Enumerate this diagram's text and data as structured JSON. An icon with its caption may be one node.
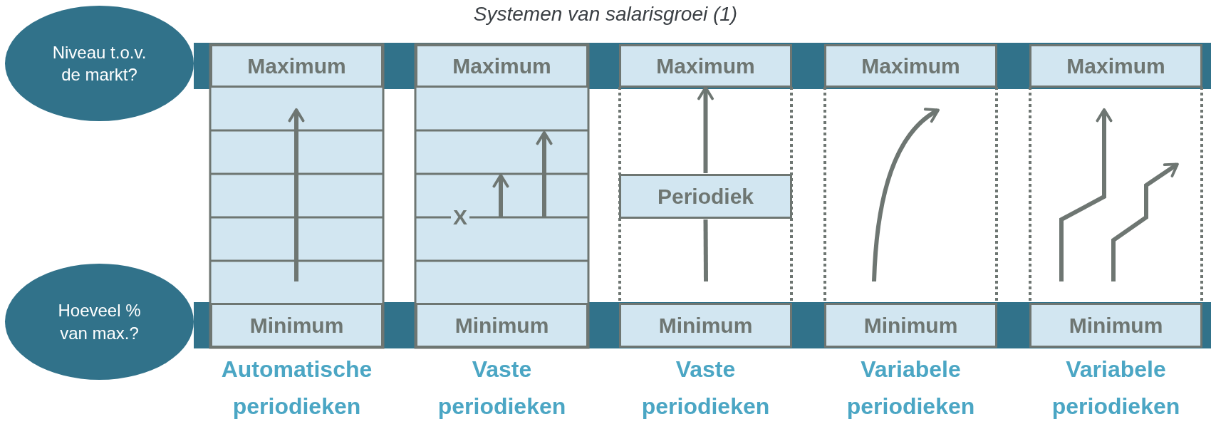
{
  "diagram": {
    "title": "Systemen van salarisgroei (1)",
    "nodes": [
      {
        "text": [
          "Niveau t.o.v. de markt?"
        ]
      },
      {
        "text": [
          "Maximum"
        ]
      },
      {
        "text": [
          "Maximum"
        ]
      },
      {
        "text": [
          "Maximum"
        ]
      },
      {
        "text": [
          "Maximum"
        ]
      },
      {
        "text": [
          "Maximum"
        ]
      },
      {
        "text": [
          "Periodiek"
        ]
      },
      {
        "text": [
          "Hoeveel % van max.?"
        ]
      },
      {
        "text": [
          "Minimum"
        ]
      },
      {
        "text": [
          "Minimum"
        ]
      },
      {
        "text": [
          "Minimum"
        ]
      },
      {
        "text": [
          "Minimum"
        ]
      },
      {
        "text": [
          "Minimum"
        ]
      }
    ],
    "edges": [
      {
        "from": null,
        "to": 6,
        "arrow": "none"
      },
      {
        "from": 6,
        "to": 3,
        "arrow": "to"
      }
    ],
    "labels": [
      "X",
      "Automatische periodieken",
      "Vaste periodieken",
      "Vaste periodieken",
      "Variabele periodieken",
      "Variabele periodieken"
    ]
  }
}
